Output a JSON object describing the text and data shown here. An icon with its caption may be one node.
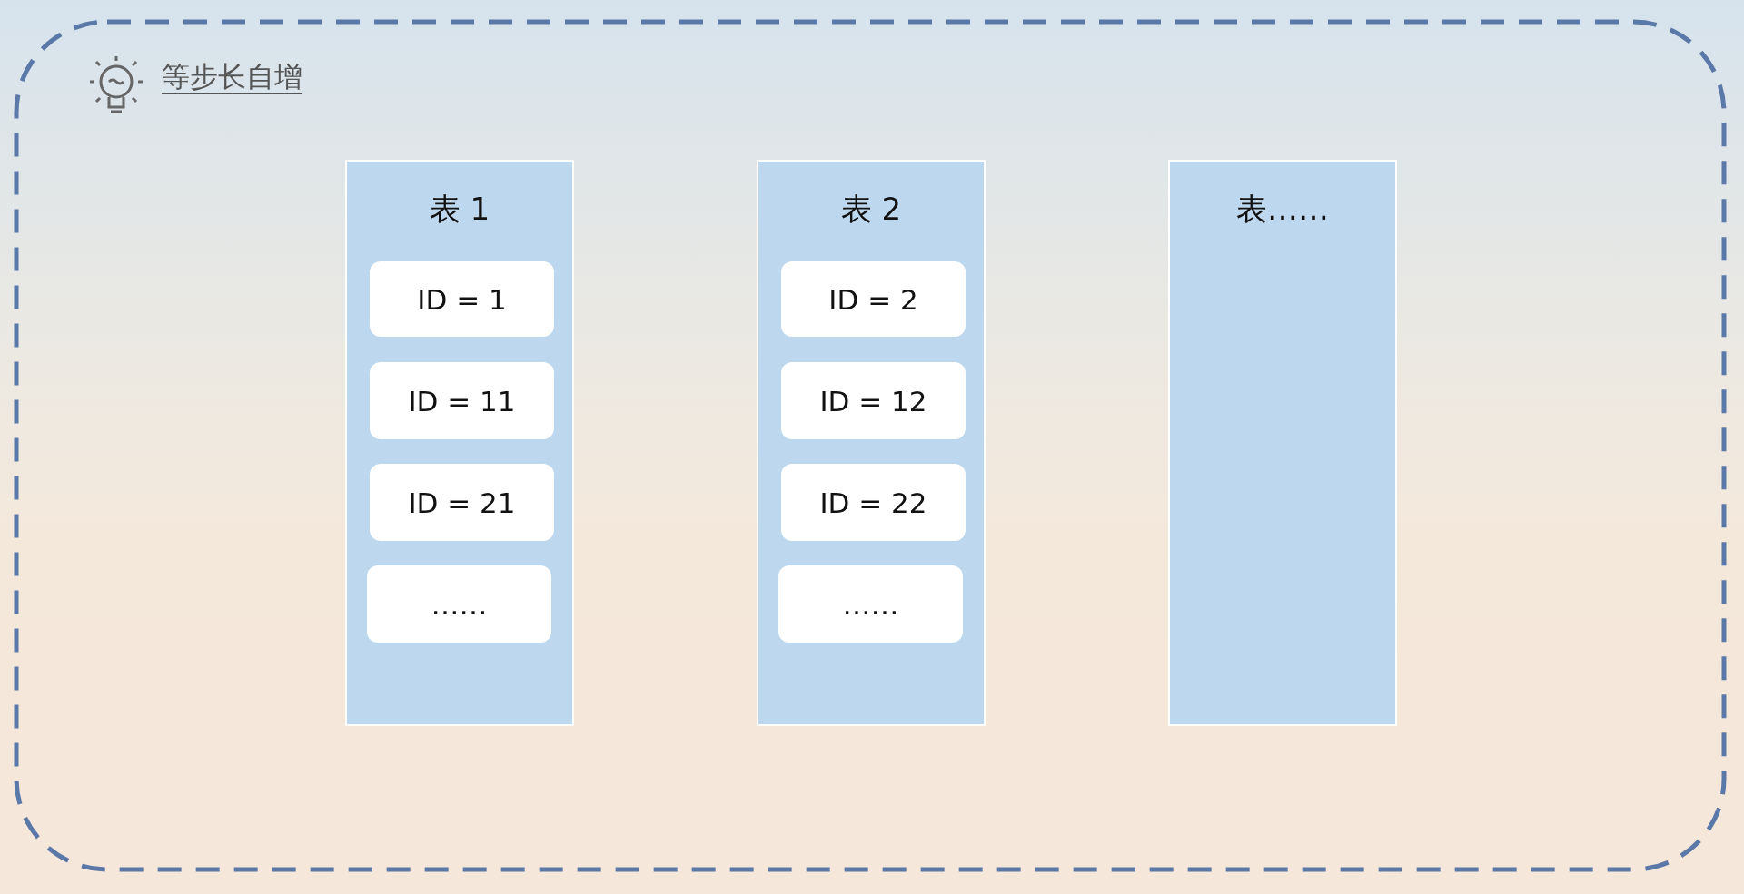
{
  "diagram": {
    "title": "等步长自增",
    "nodes": [
      {
        "text": [
          "表 1"
        ]
      },
      {
        "text": [
          "ID = 1"
        ],
        "in": 0
      },
      {
        "text": [
          "ID = 11"
        ],
        "in": 0
      },
      {
        "text": [
          "ID = 21"
        ],
        "in": 0
      },
      {
        "text": [
          "……"
        ],
        "in": 0
      },
      {
        "text": [
          "表 2"
        ]
      },
      {
        "text": [
          "ID = 2"
        ],
        "in": 5
      },
      {
        "text": [
          "ID = 12"
        ],
        "in": 5
      },
      {
        "text": [
          "ID = 22"
        ],
        "in": 5
      },
      {
        "text": [
          "……"
        ],
        "in": 5
      },
      {
        "text": [
          "表……"
        ]
      }
    ]
  }
}
